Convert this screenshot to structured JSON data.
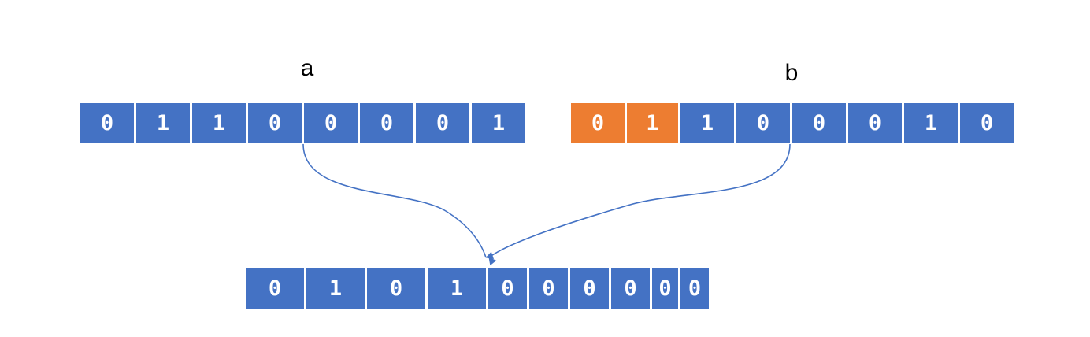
{
  "diagram": {
    "title": "binary-array-merge-diagram",
    "colors": {
      "cell_blue": "#4472C4",
      "cell_orange": "#ED7D31",
      "cell_text": "#FFFFFF",
      "label_text": "#000000",
      "connector_stroke": "#4472C4",
      "background": "#FFFFFF"
    },
    "arrays": [
      {
        "id": "a",
        "label": "a",
        "cell_count": 8,
        "bits": [
          "0",
          "1",
          "1",
          "0",
          "0",
          "0",
          "0",
          "1"
        ],
        "cell_colors": [
          "blue",
          "blue",
          "blue",
          "blue",
          "blue",
          "blue",
          "blue",
          "blue"
        ],
        "cell_widths": [
          71,
          71,
          71,
          71,
          71,
          71,
          71,
          68
        ]
      },
      {
        "id": "b",
        "label": "b",
        "cell_count": 8,
        "bits": [
          "0",
          "1",
          "1",
          "0",
          "0",
          "0",
          "1",
          "0"
        ],
        "cell_colors": [
          "orange",
          "orange",
          "blue",
          "blue",
          "blue",
          "blue",
          "blue",
          "blue"
        ],
        "cell_widths": [
          71,
          68,
          71,
          71,
          71,
          71,
          71,
          68
        ]
      },
      {
        "id": "result",
        "label": "",
        "cell_count": 10,
        "bits": [
          "0",
          "1",
          "0",
          "1",
          "0",
          "0",
          "0",
          "0",
          "0",
          "0"
        ],
        "cell_colors": [
          "blue",
          "blue",
          "blue",
          "blue",
          "blue",
          "blue",
          "blue",
          "blue",
          "blue",
          "blue"
        ],
        "cell_widths": [
          77,
          77,
          77,
          77,
          52,
          52,
          52,
          52,
          36,
          36
        ]
      }
    ],
    "connectors": [
      {
        "id": "connector-a-to-result",
        "from_array": "a",
        "to_array": "result",
        "arrowhead": true
      },
      {
        "id": "connector-b-to-result",
        "from_array": "b",
        "to_array": "result",
        "arrowhead": true
      }
    ]
  }
}
